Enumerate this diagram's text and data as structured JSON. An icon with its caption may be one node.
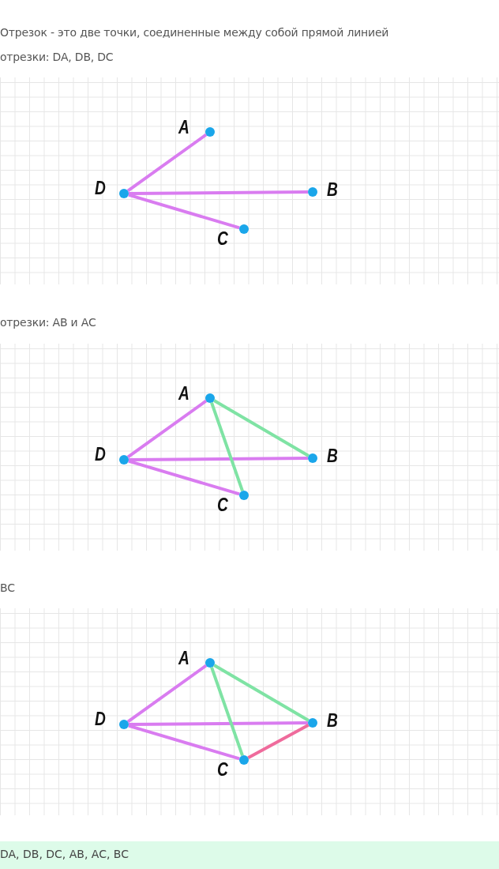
{
  "diagram": {
    "nodes": [
      {
        "text": [],
        "shape": "circle",
        "beside": [
          "A"
        ]
      },
      {
        "text": [],
        "shape": "circle",
        "beside": [
          "D"
        ]
      },
      {
        "text": [],
        "shape": "circle",
        "beside": [
          "B"
        ]
      },
      {
        "text": [],
        "shape": "circle",
        "beside": [
          "C"
        ]
      },
      {
        "text": [],
        "shape": "circle",
        "beside": [
          "A"
        ]
      },
      {
        "text": [],
        "shape": "circle",
        "beside": [
          "D"
        ]
      },
      {
        "text": [],
        "shape": "circle",
        "beside": [
          "B"
        ]
      },
      {
        "text": [],
        "shape": "circle",
        "beside": [
          "C"
        ]
      },
      {
        "text": [],
        "shape": "circle",
        "beside": [
          "A"
        ]
      },
      {
        "text": [],
        "shape": "circle",
        "beside": [
          "D"
        ]
      },
      {
        "text": [],
        "shape": "circle",
        "beside": [
          "B"
        ]
      },
      {
        "text": [],
        "shape": "circle",
        "beside": [
          "C"
        ]
      },
      {
        "text": [
          "DA, DB, DC, AB, AC, BC"
        ]
      }
    ],
    "edges": [
      {
        "from": 1,
        "to": 0,
        "arrow": "none"
      },
      {
        "from": 1,
        "to": 2,
        "arrow": "none"
      },
      {
        "from": 1,
        "to": 3,
        "arrow": "none"
      },
      {
        "from": 5,
        "to": 4,
        "arrow": "none"
      },
      {
        "from": 5,
        "to": 6,
        "arrow": "none"
      },
      {
        "from": 5,
        "to": 7,
        "arrow": "none"
      },
      {
        "from": 4,
        "to": 6,
        "arrow": "none",
        "color": "#7fe3a4"
      },
      {
        "from": 4,
        "to": 7,
        "arrow": "none",
        "color": "#7fe3a4"
      },
      {
        "from": 9,
        "to": 8,
        "arrow": "none"
      },
      {
        "from": 9,
        "to": 10,
        "arrow": "none"
      },
      {
        "from": 9,
        "to": 11,
        "arrow": "none"
      },
      {
        "from": 8,
        "to": 10,
        "arrow": "none",
        "color": "#7fe3a4"
      },
      {
        "from": 8,
        "to": 11,
        "arrow": "none",
        "color": "#7fe3a4"
      },
      {
        "from": 11,
        "to": 10,
        "arrow": "none",
        "color": "#ef6b9c"
      }
    ],
    "labels": [
      "Отрезок - это две точки, соединенные между собой прямой линией",
      "отрезки: DA, DB, DC",
      "отрезки: AB и AC",
      "BC"
    ]
  }
}
